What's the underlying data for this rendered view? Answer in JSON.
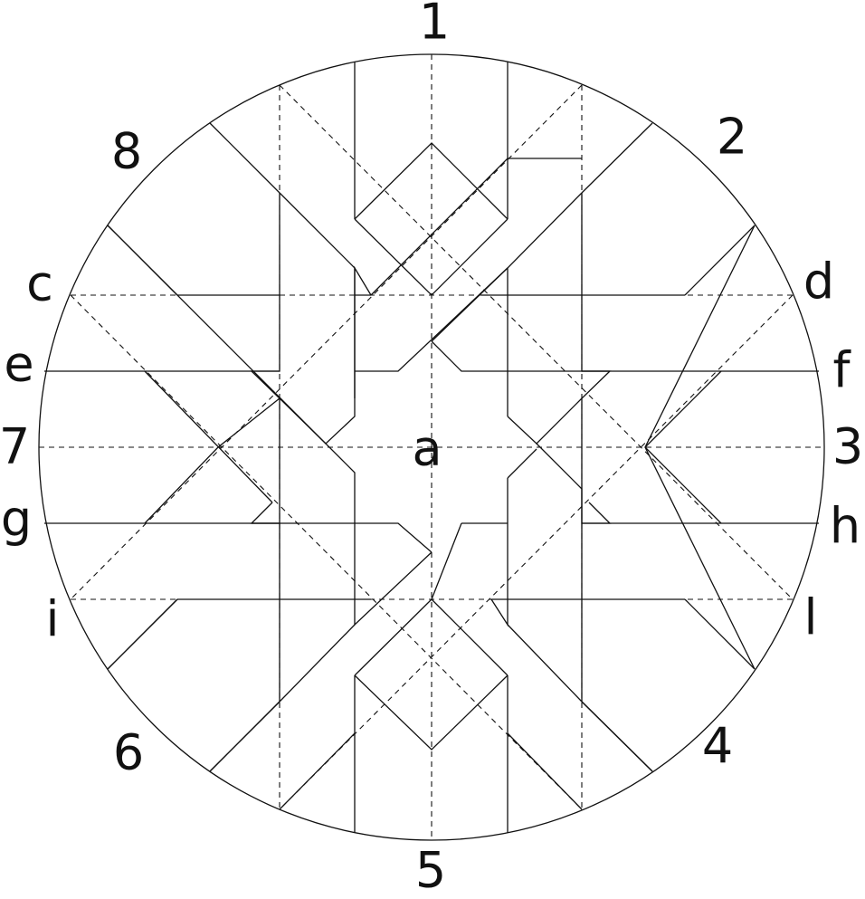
{
  "diagram": {
    "rim_labels_numbers": [
      "1",
      "2",
      "3",
      "4",
      "5",
      "6",
      "7",
      "8"
    ],
    "rim_labels_letters": [
      "c",
      "d",
      "e",
      "f",
      "g",
      "h",
      "i",
      "l"
    ],
    "center_label": "a"
  }
}
